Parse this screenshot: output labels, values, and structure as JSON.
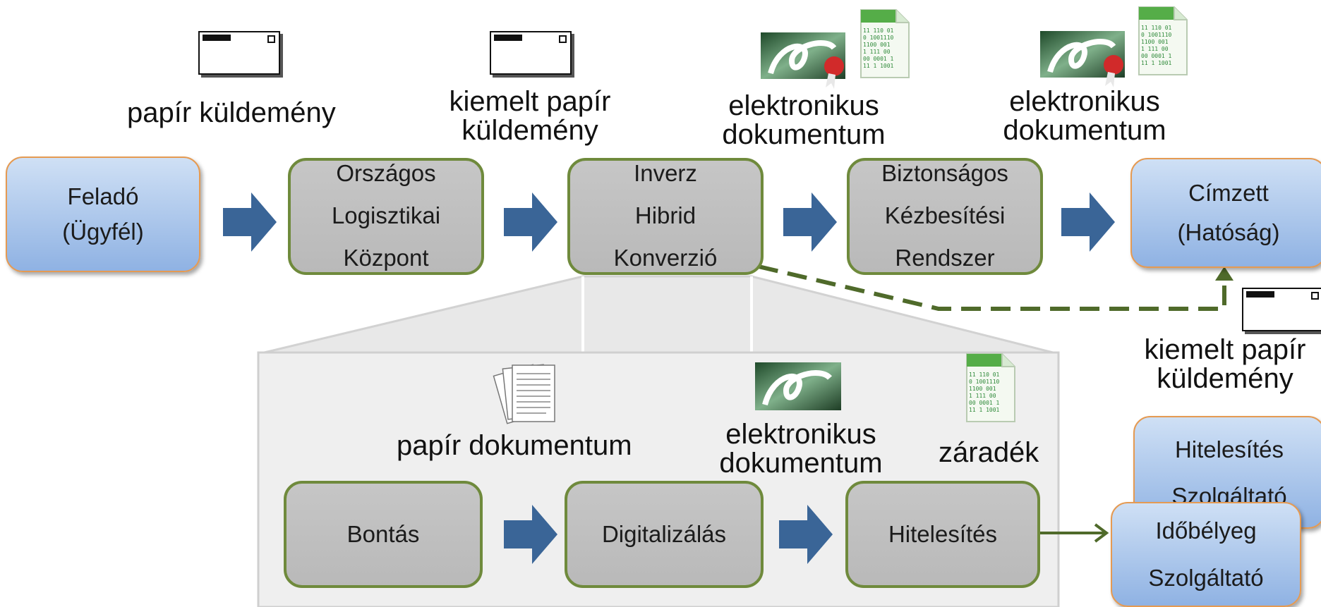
{
  "top_row": {
    "sender": {
      "line1": "Feladó",
      "line2": "(Ügyfél)"
    },
    "logistics": {
      "line1": "Országos",
      "line2": "Logisztikai",
      "line3": "Központ"
    },
    "conversion": {
      "line1": "Inverz",
      "line2": "Hibrid",
      "line3": "Konverzió"
    },
    "delivery": {
      "line1": "Biztonságos",
      "line2": "Kézbesítési",
      "line3": "Rendszer"
    },
    "recipient": {
      "line1": "Címzett",
      "line2": "(Hatóság)"
    }
  },
  "top_labels": {
    "paper_mail": "papír küldemény",
    "priority_paper_mail_1": "kiemelt papír",
    "priority_paper_mail_2": "küldemény",
    "electronic_doc_1a": "elektronikus",
    "electronic_doc_1b": "dokumentum",
    "electronic_doc_2a": "elektronikus",
    "electronic_doc_2b": "dokumentum",
    "side_priority_1": "kiemelt papír",
    "side_priority_2": "küldemény"
  },
  "detail": {
    "labels": {
      "paper_document": "papír dokumentum",
      "electronic_doc_a": "elektronikus",
      "electronic_doc_b": "dokumentum",
      "clause": "záradék"
    },
    "opening": "Bontás",
    "digitizing": "Digitalizálás",
    "authentication": "Hitelesítés"
  },
  "providers": {
    "auth_provider": {
      "line1": "Hitelesítés",
      "line2": "Szolgáltató"
    },
    "timestamp_provider": {
      "line1": "Időbélyeg",
      "line2": "Szolgáltató"
    }
  },
  "binary_text": [
    "11 110 01",
    "0 1001110",
    "1100 001",
    "1 111 00",
    "00 0001 1",
    "11 1 1001"
  ],
  "colors": {
    "process_fill": "#bfbfbf",
    "process_border": "#6f8a3c",
    "endpoint_fill": "#9fbde8",
    "endpoint_border": "#e59a52",
    "arrow_blue": "#3a6597",
    "connector_green": "#4f6a2a"
  }
}
